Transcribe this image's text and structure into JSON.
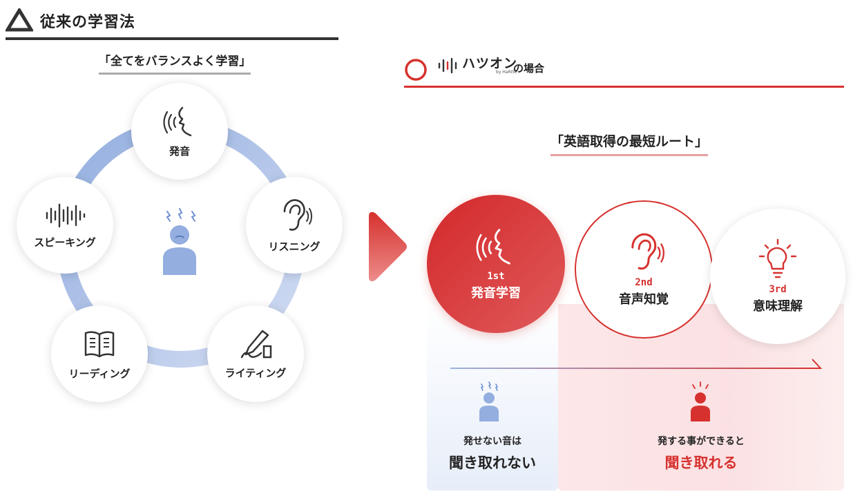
{
  "left": {
    "title": "従来の学習法",
    "subtitle": "「全てをバランスよく学習」",
    "skills": [
      {
        "label": "発音"
      },
      {
        "label": "リスニング"
      },
      {
        "label": "ライティング"
      },
      {
        "label": "リーディング"
      },
      {
        "label": "スピーキング"
      }
    ]
  },
  "right": {
    "brand": "ハツオン",
    "brand_sub": "by HaRISE",
    "title_suffix": "の場合",
    "subtitle": "「英語取得の最短ルート」",
    "steps": [
      {
        "rank": "1st",
        "name": "発音学習"
      },
      {
        "rank": "2nd",
        "name": "音声知覚"
      },
      {
        "rank": "3rd",
        "name": "意味理解"
      }
    ],
    "before": {
      "caption": "発せない音は",
      "emphasis": "聞き取れない"
    },
    "after": {
      "caption": "発する事ができると",
      "emphasis": "聞き取れる"
    }
  },
  "colors": {
    "red": "#d6312e",
    "blue": "#93aedf",
    "ring": "#b6c8ea",
    "dark": "#333333"
  },
  "icons": [
    "triangle-icon",
    "speaking-face-icon",
    "ear-icon",
    "writing-hand-icon",
    "book-icon",
    "soundwave-icon",
    "confused-person-icon",
    "play-arrow-icon",
    "circle-mark-icon",
    "lightbulb-icon",
    "alert-person-icon"
  ]
}
